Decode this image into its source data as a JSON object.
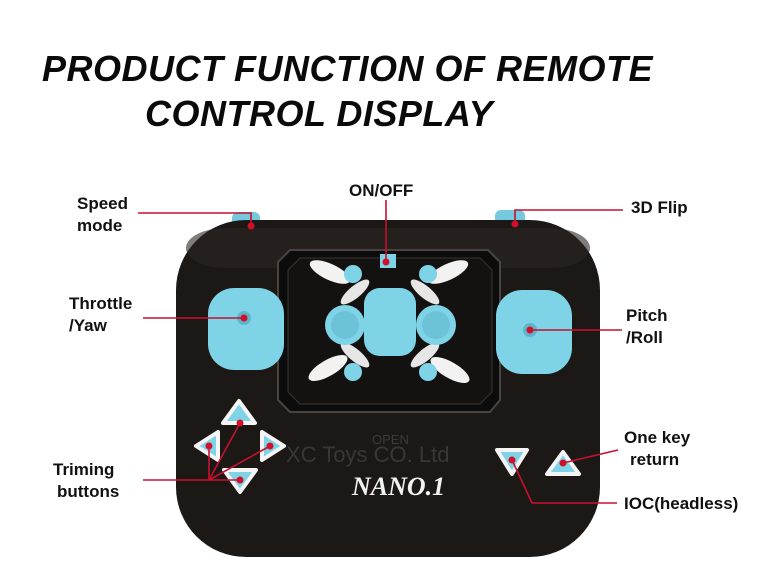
{
  "title": {
    "line1": "PRODUCT FUNCTION OF REMOTE",
    "line2": "CONTROL DISPLAY"
  },
  "labels": {
    "speed_mode": [
      "Speed",
      "mode"
    ],
    "on_off": "ON/OFF",
    "flip_3d": "3D Flip",
    "throttle_yaw": [
      "Throttle",
      "/Yaw"
    ],
    "pitch_roll": [
      "Pitch",
      "/Roll"
    ],
    "trimming_buttons": [
      "Triming",
      "buttons"
    ],
    "one_key_return": [
      "One key",
      "return"
    ],
    "ioc_headless": "IOC(headless)"
  },
  "controller": {
    "brand_text": "NANO.1",
    "watermark": "XC Toys CO. Ltd",
    "open_label": "OPEN"
  },
  "colors": {
    "body": "#1b1715",
    "accent_blue": "#7fd3e6",
    "leader_line": "#c8102e",
    "dot": "#d0102a"
  }
}
